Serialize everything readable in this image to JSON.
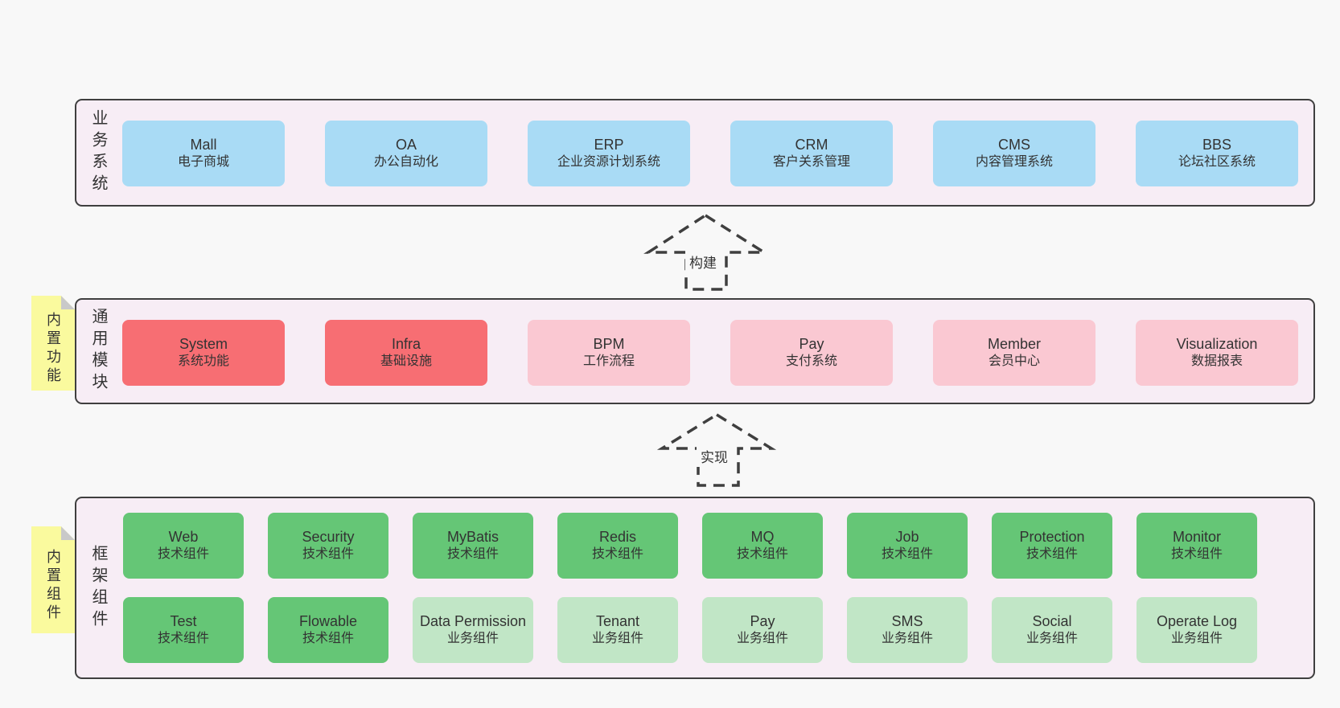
{
  "diagram": {
    "colors": {
      "page": "#f8f8f8",
      "panel": "#f7edf5",
      "border": "#3f3f3f",
      "text": "#333333",
      "blue": "#a9dbf5",
      "red": "#f76e73",
      "pink": "#fac8d2",
      "green_dark": "#65c676",
      "green_light": "#c1e6c6",
      "sticky": "#fafa9e",
      "fold": "#c9c9c9"
    },
    "arrows": [
      {
        "label": "构建"
      },
      {
        "label": "实现"
      }
    ],
    "layers": [
      {
        "key": "business-systems",
        "side_label": "业务系统",
        "sticky_label": null,
        "rows": [
          [
            {
              "name": "Mall",
              "desc": "电子商城",
              "variant": "blue"
            },
            {
              "name": "OA",
              "desc": "办公自动化",
              "variant": "blue"
            },
            {
              "name": "ERP",
              "desc": "企业资源计划系统",
              "variant": "blue"
            },
            {
              "name": "CRM",
              "desc": "客户关系管理",
              "variant": "blue"
            },
            {
              "name": "CMS",
              "desc": "内容管理系统",
              "variant": "blue"
            },
            {
              "name": "BBS",
              "desc": "论坛社区系统",
              "variant": "blue"
            }
          ]
        ]
      },
      {
        "key": "common-modules",
        "side_label": "通用模块",
        "sticky_label": "内置功能",
        "rows": [
          [
            {
              "name": "System",
              "desc": "系统功能",
              "variant": "red"
            },
            {
              "name": "Infra",
              "desc": "基础设施",
              "variant": "red"
            },
            {
              "name": "BPM",
              "desc": "工作流程",
              "variant": "pink"
            },
            {
              "name": "Pay",
              "desc": "支付系统",
              "variant": "pink"
            },
            {
              "name": "Member",
              "desc": "会员中心",
              "variant": "pink"
            },
            {
              "name": "Visualization",
              "desc": "数据报表",
              "variant": "pink"
            }
          ]
        ]
      },
      {
        "key": "framework-components",
        "side_label": "框架组件",
        "sticky_label": "内置组件",
        "rows": [
          [
            {
              "name": "Web",
              "desc": "技术组件",
              "variant": "green-dark"
            },
            {
              "name": "Security",
              "desc": "技术组件",
              "variant": "green-dark"
            },
            {
              "name": "MyBatis",
              "desc": "技术组件",
              "variant": "green-dark"
            },
            {
              "name": "Redis",
              "desc": "技术组件",
              "variant": "green-dark"
            },
            {
              "name": "MQ",
              "desc": "技术组件",
              "variant": "green-dark"
            },
            {
              "name": "Job",
              "desc": "技术组件",
              "variant": "green-dark"
            },
            {
              "name": "Protection",
              "desc": "技术组件",
              "variant": "green-dark"
            },
            {
              "name": "Monitor",
              "desc": "技术组件",
              "variant": "green-dark"
            }
          ],
          [
            {
              "name": "Test",
              "desc": "技术组件",
              "variant": "green-dark"
            },
            {
              "name": "Flowable",
              "desc": "技术组件",
              "variant": "green-dark"
            },
            {
              "name": "Data Permission",
              "desc": "业务组件",
              "variant": "green-light"
            },
            {
              "name": "Tenant",
              "desc": "业务组件",
              "variant": "green-light"
            },
            {
              "name": "Pay",
              "desc": "业务组件",
              "variant": "green-light"
            },
            {
              "name": "SMS",
              "desc": "业务组件",
              "variant": "green-light"
            },
            {
              "name": "Social",
              "desc": "业务组件",
              "variant": "green-light"
            },
            {
              "name": "Operate Log",
              "desc": "业务组件",
              "variant": "green-light"
            }
          ]
        ]
      }
    ]
  }
}
